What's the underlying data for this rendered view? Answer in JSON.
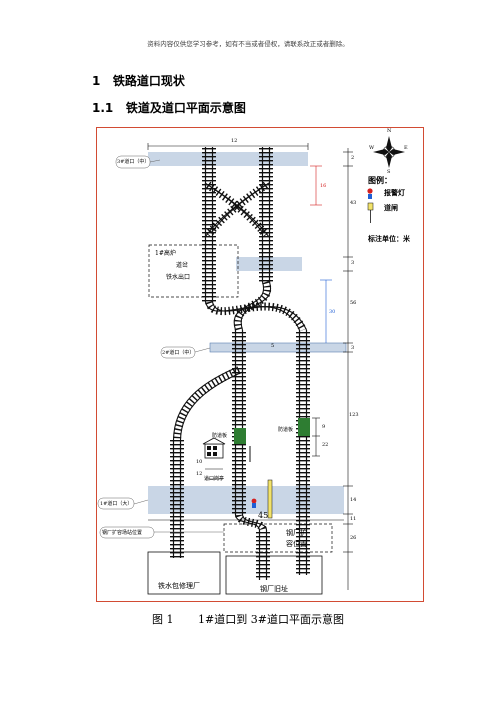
{
  "header_note": "资料内容仅供您学习参考，如有不当或者侵权，请联系改正或者删除。",
  "section": {
    "number": "1",
    "title": "铁路道口现状",
    "sub_number": "1.1",
    "sub_title": "铁道及道口平面示意图"
  },
  "figure": {
    "crossings": {
      "c3": "3#道口（中）",
      "c2": "2#道口（中）",
      "c1": "1#道口（大）"
    },
    "labels": {
      "furnace_line1": "1#高炉",
      "furnace_line2": "道岔",
      "furnace_line3": "铁水出口",
      "signal_post_a": "防道板",
      "signal_post_b": "防道板",
      "guard_box": "道口岗亭",
      "expansion_text": "钢厂扩容场站位置",
      "expansion_area_line1": "钢厂扩",
      "expansion_area_line2": "容位置",
      "repair_shop": "铁水包修理厂",
      "old_site": "钢厂旧址"
    },
    "dimensions": {
      "top_width": "12",
      "d_a": "2",
      "d_b": "16",
      "d_c": "43",
      "d_d": "3",
      "d_e": "56",
      "d_f": "30",
      "d_g": "3",
      "d_h": "123",
      "d_i": "9",
      "d_j": "22",
      "d_k": "14",
      "d_l": "11",
      "d_m": "26",
      "d_n": "10",
      "d_o": "12",
      "d_p": "45",
      "mid_width": "5"
    },
    "compass": {
      "n": "N",
      "s": "S",
      "e": "E",
      "w": "W"
    },
    "legend": {
      "title": "图例：",
      "alarm": "报警灯",
      "barrier": "道闸",
      "unit_note": "标注单位：米"
    },
    "colors": {
      "frame": "#d24b33",
      "road": "#c9d6e6",
      "signal_green": "#2e7d32",
      "alarm_red": "#d41f1f",
      "alarm_blue": "#1f5ed4",
      "barrier_yellow": "#f2e36a",
      "dim_red": "#d41f1f",
      "dim_blue": "#1f5ed4"
    }
  },
  "caption": {
    "label": "图 1",
    "text": "1#道口到 3#道口平面示意图"
  }
}
